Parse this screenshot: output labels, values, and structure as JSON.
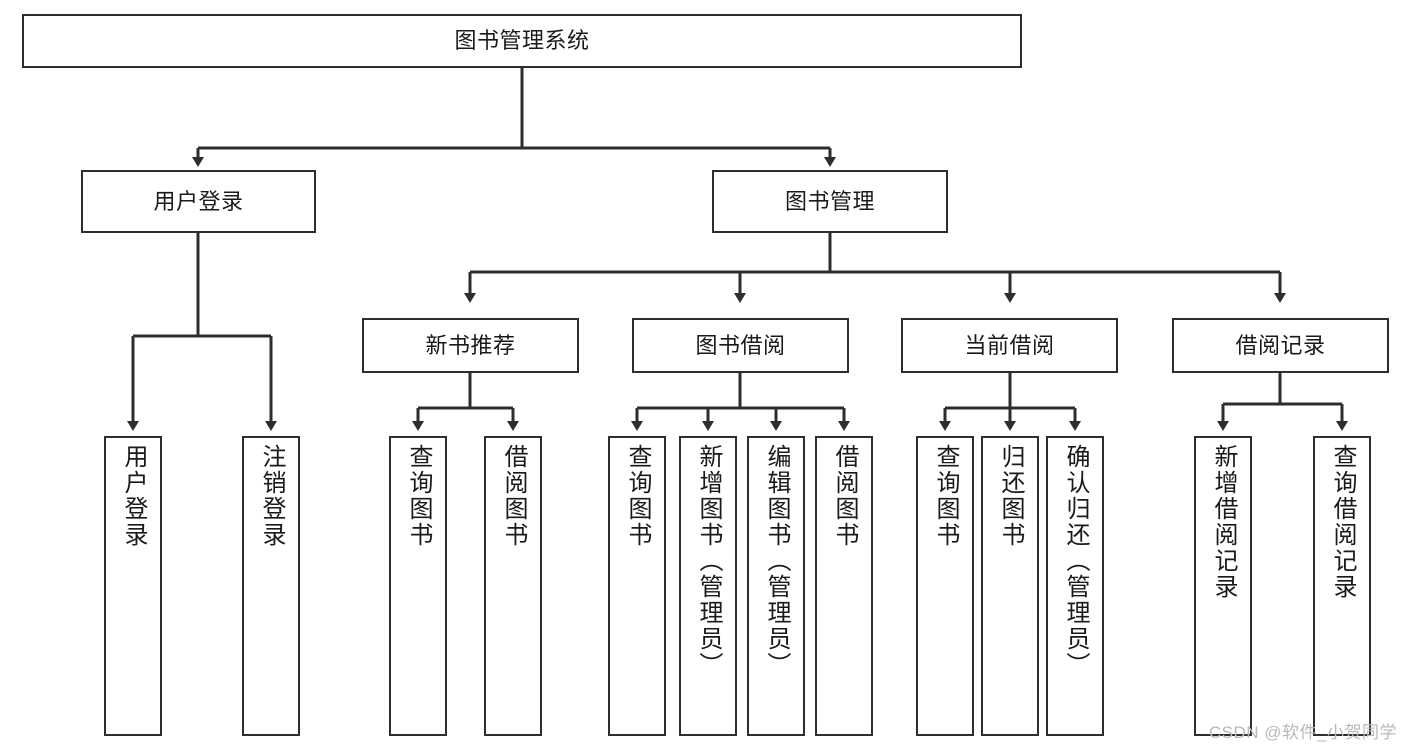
{
  "diagram": {
    "title": "图书管理系统",
    "type": "tree-hierarchy-chart",
    "orientation": "top-down",
    "colors": {
      "box_border": "#2e2e2e",
      "box_fill": "#ffffff",
      "connector": "#2e2e2e",
      "text": "#1a1a1a",
      "watermark": "#b9b9b9"
    }
  },
  "nodes": {
    "root": {
      "label": "图书管理系统",
      "level": 0
    },
    "level1": [
      {
        "id": "user-login",
        "label": "用户登录"
      },
      {
        "id": "book-management",
        "label": "图书管理"
      }
    ],
    "level2": [
      {
        "id": "new-book-recommend",
        "label": "新书推荐"
      },
      {
        "id": "book-borrow",
        "label": "图书借阅"
      },
      {
        "id": "current-borrow",
        "label": "当前借阅"
      },
      {
        "id": "borrow-record",
        "label": "借阅记录"
      }
    ],
    "leaves": {
      "user-login": [
        {
          "id": "leaf-user-login",
          "label": "用户登录"
        },
        {
          "id": "leaf-logout-login",
          "label": "注销登录"
        }
      ],
      "new-book-recommend": [
        {
          "id": "leaf-query-book-1",
          "label": "查询图书"
        },
        {
          "id": "leaf-borrow-book-1",
          "label": "借阅图书"
        }
      ],
      "book-borrow": [
        {
          "id": "leaf-query-book-2",
          "label": "查询图书"
        },
        {
          "id": "leaf-add-book",
          "label": "新增图书（管理员）"
        },
        {
          "id": "leaf-edit-book",
          "label": "编辑图书（管理员）"
        },
        {
          "id": "leaf-borrow-book-2",
          "label": "借阅图书"
        }
      ],
      "current-borrow": [
        {
          "id": "leaf-query-book-3",
          "label": "查询图书"
        },
        {
          "id": "leaf-return-book",
          "label": "归还图书"
        },
        {
          "id": "leaf-confirm-return",
          "label": "确认归还（管理员）"
        }
      ],
      "borrow-record": [
        {
          "id": "leaf-add-record",
          "label": "新增借阅记录"
        },
        {
          "id": "leaf-query-record",
          "label": "查询借阅记录"
        }
      ]
    }
  },
  "watermark": {
    "text": "CSDN @软件_小贺同学"
  }
}
